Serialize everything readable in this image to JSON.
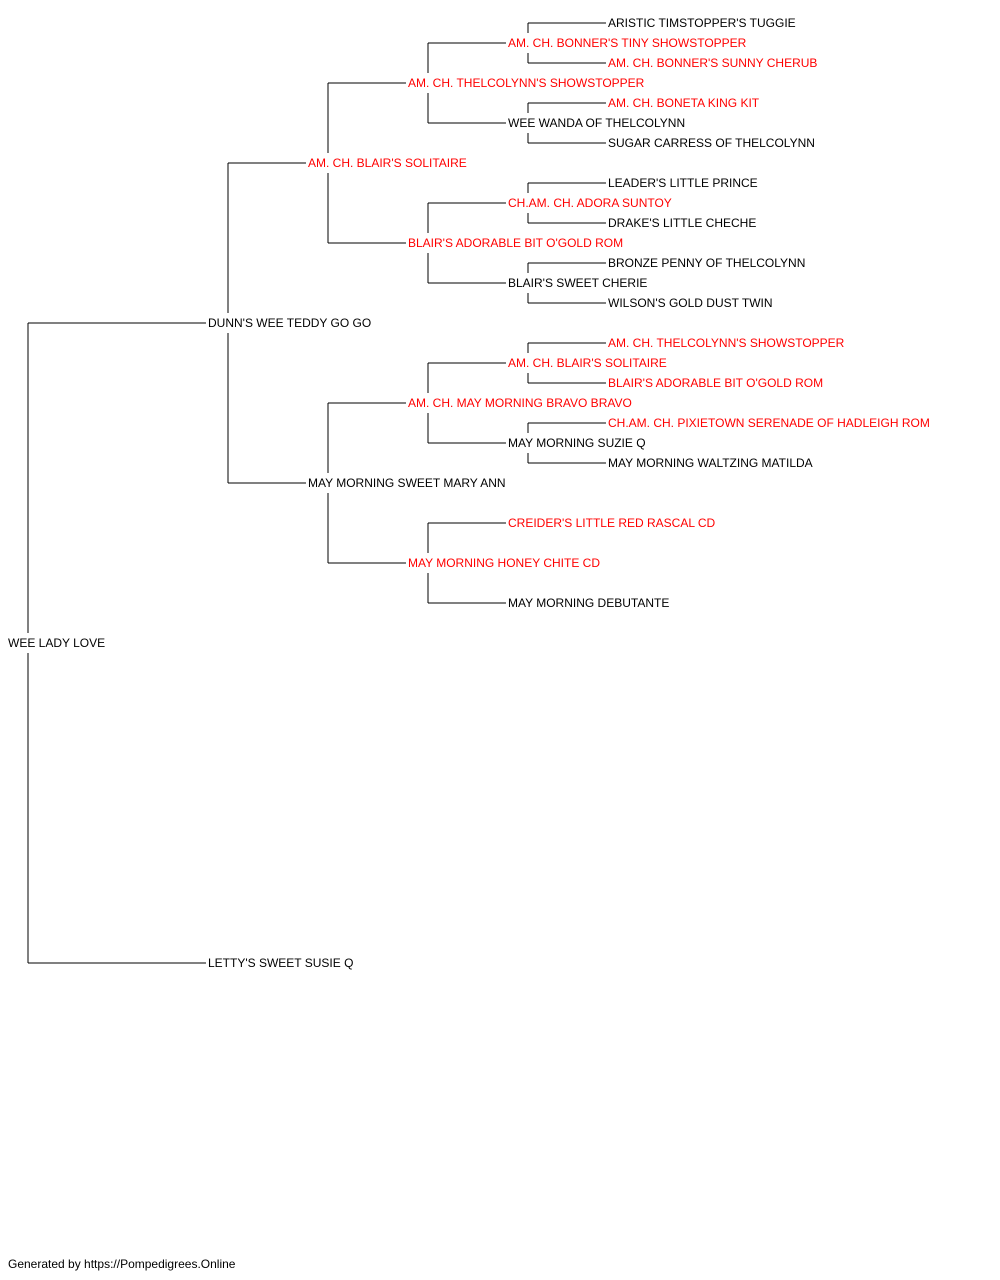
{
  "colors": {
    "champion": "#ff0000",
    "regular": "#000000",
    "lines": "#000000"
  },
  "pedigree": {
    "name": "WEE LADY LOVE",
    "titled": false,
    "sire": {
      "name": "DUNN'S WEE TEDDY GO GO",
      "titled": false,
      "sire": {
        "name": "AM. CH. BLAIR'S SOLITAIRE",
        "titled": true,
        "sire": {
          "name": "AM. CH. THELCOLYNN'S SHOWSTOPPER",
          "titled": true,
          "sire": {
            "name": "AM. CH. BONNER'S TINY SHOWSTOPPER",
            "titled": true,
            "sire": {
              "name": "ARISTIC TIMSTOPPER'S TUGGIE",
              "titled": false
            },
            "dam": {
              "name": "AM. CH. BONNER'S SUNNY CHERUB",
              "titled": true
            }
          },
          "dam": {
            "name": "WEE WANDA OF THELCOLYNN",
            "titled": false,
            "sire": {
              "name": "AM. CH. BONETA KING KIT",
              "titled": true
            },
            "dam": {
              "name": "SUGAR CARRESS OF THELCOLYNN",
              "titled": false
            }
          }
        },
        "dam": {
          "name": "BLAIR'S ADORABLE BIT O'GOLD ROM",
          "titled": true,
          "sire": {
            "name": "CH.AM. CH. ADORA SUNTOY",
            "titled": true,
            "sire": {
              "name": "LEADER'S LITTLE PRINCE",
              "titled": false
            },
            "dam": {
              "name": "DRAKE'S LITTLE CHECHE",
              "titled": false
            }
          },
          "dam": {
            "name": "BLAIR'S SWEET CHERIE",
            "titled": false,
            "sire": {
              "name": "BRONZE PENNY OF THELCOLYNN",
              "titled": false
            },
            "dam": {
              "name": "WILSON'S GOLD DUST TWIN",
              "titled": false
            }
          }
        }
      },
      "dam": {
        "name": "MAY MORNING SWEET MARY ANN",
        "titled": false,
        "sire": {
          "name": "AM. CH. MAY MORNING BRAVO BRAVO",
          "titled": true,
          "sire": {
            "name": "AM. CH. BLAIR'S SOLITAIRE",
            "titled": true,
            "sire": {
              "name": "AM. CH. THELCOLYNN'S SHOWSTOPPER",
              "titled": true
            },
            "dam": {
              "name": "BLAIR'S ADORABLE BIT O'GOLD ROM",
              "titled": true
            }
          },
          "dam": {
            "name": "MAY MORNING SUZIE Q",
            "titled": false,
            "sire": {
              "name": "CH.AM. CH. PIXIETOWN SERENADE OF HADLEIGH ROM",
              "titled": true
            },
            "dam": {
              "name": "MAY MORNING WALTZING MATILDA",
              "titled": false
            }
          }
        },
        "dam": {
          "name": "MAY MORNING HONEY CHITE CD",
          "titled": true,
          "sire": {
            "name": "CREIDER'S LITTLE RED RASCAL CD",
            "titled": true
          },
          "dam": {
            "name": "MAY MORNING DEBUTANTE",
            "titled": false
          }
        }
      }
    },
    "dam": {
      "name": "LETTY'S SWEET SUSIE Q",
      "titled": false
    }
  },
  "footer": "Generated by https://Pompedigrees.Online"
}
